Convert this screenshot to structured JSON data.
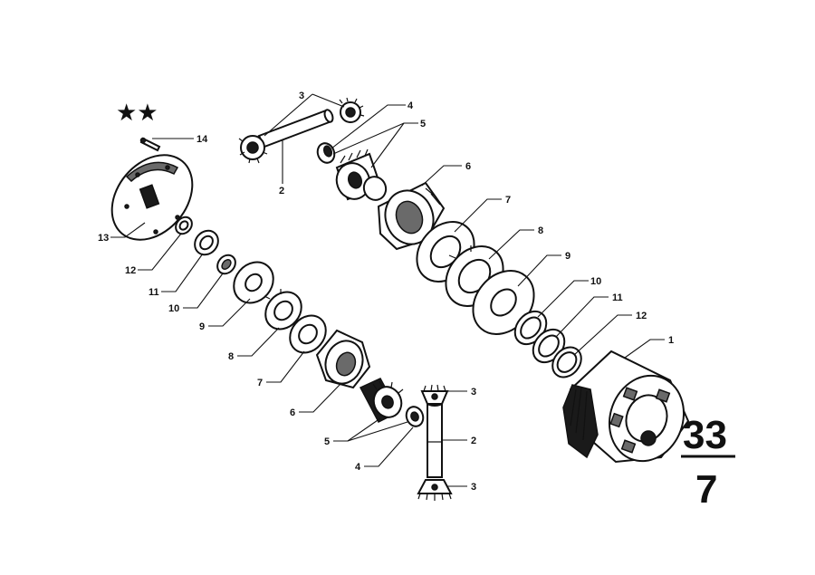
{
  "diagram": {
    "marker": "★★",
    "group_number": {
      "numerator": "33",
      "denominator": "7"
    },
    "callouts": {
      "upper_2": "2",
      "upper_3": "3",
      "upper_4": "4",
      "upper_5": "5",
      "upper_6": "6",
      "upper_7": "7",
      "upper_8": "8",
      "upper_9": "9",
      "upper_10": "10",
      "upper_11": "11",
      "upper_12": "12",
      "upper_1": "1",
      "lower_14": "14",
      "lower_13": "13",
      "lower_12": "12",
      "lower_11": "11",
      "lower_10": "10",
      "lower_9": "9",
      "lower_8": "8",
      "lower_7": "7",
      "lower_6": "6",
      "lower_5": "5",
      "lower_4": "4",
      "lower_2": "2",
      "lower_3a": "3",
      "lower_3b": "3"
    }
  }
}
